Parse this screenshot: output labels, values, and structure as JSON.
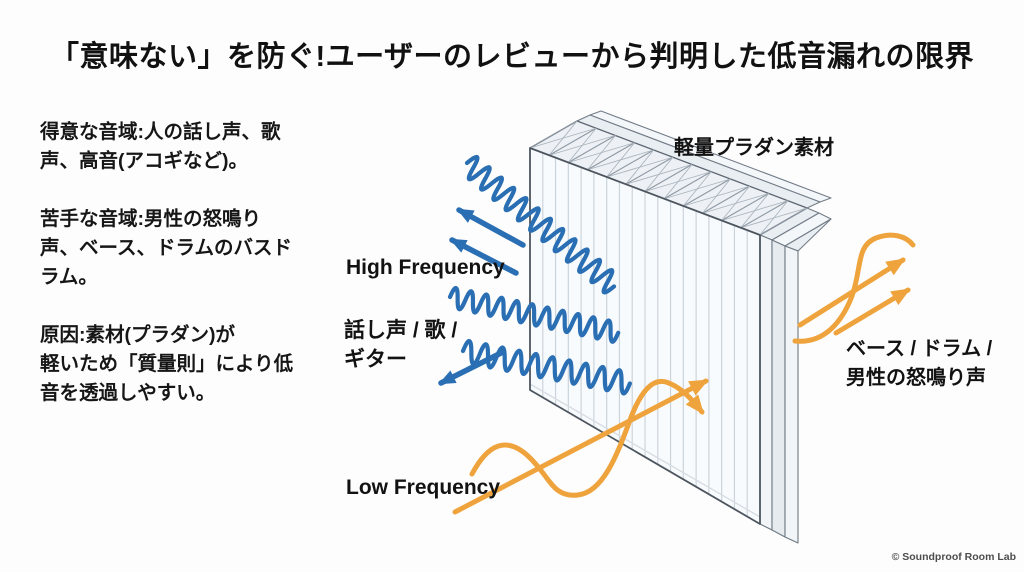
{
  "title": "「意味ない」を防ぐ!ユーザーのレビューから判明した低音漏れの限界",
  "info_panel": {
    "paragraphs": [
      {
        "text": "得意な音域:人の話し声、歌\n声、高音(アコギなど)。"
      },
      {
        "text": "苦手な音域:男性の怒鳴り\n声、ベース、ドラムのバスド\nラム。"
      },
      {
        "text": "原因:素材(プラダン)が\n軽いため「質量則」により低\n音を透過しやすい。"
      }
    ]
  },
  "diagram": {
    "material_label": "軽量プラダン素材",
    "high_frequency": {
      "label": "High Frequency",
      "sublabel": "話し声 / 歌 /\nギター"
    },
    "low_frequency": {
      "label": "Low Frequency",
      "sublabel": "ベース / ドラム /\n男性の怒鳴り声"
    },
    "colors": {
      "high_freq_blue": "#2A6FB3",
      "low_freq_orange": "#EFA33C"
    }
  },
  "footer": {
    "copyright": "© Soundproof Room Lab"
  }
}
